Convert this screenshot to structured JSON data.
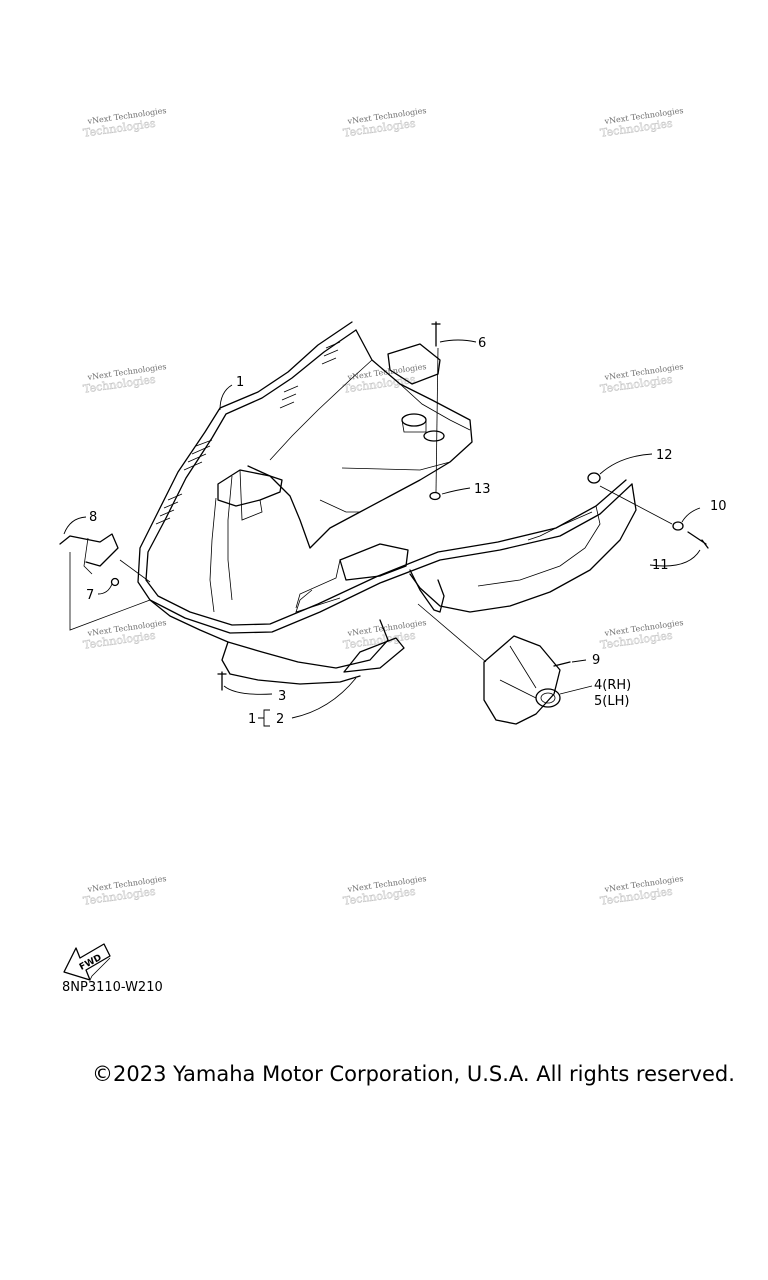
{
  "watermark": {
    "line1": "vNext Technologies",
    "line2": "Technologies"
  },
  "callouts": {
    "c1": "1",
    "c2": "2",
    "c3": "3",
    "c4": "4(RH)",
    "c5": "5(LH)",
    "c6": "6",
    "c7": "7",
    "c8": "8",
    "c9": "9",
    "c10": "10",
    "c11": "11",
    "c12": "12",
    "c13": "13",
    "c1_group": "1"
  },
  "fwd_label": "FWD",
  "reference_code": "8NP3110-W210",
  "copyright": "©2023 Yamaha Motor Corporation, U.S.A. All rights reserved."
}
